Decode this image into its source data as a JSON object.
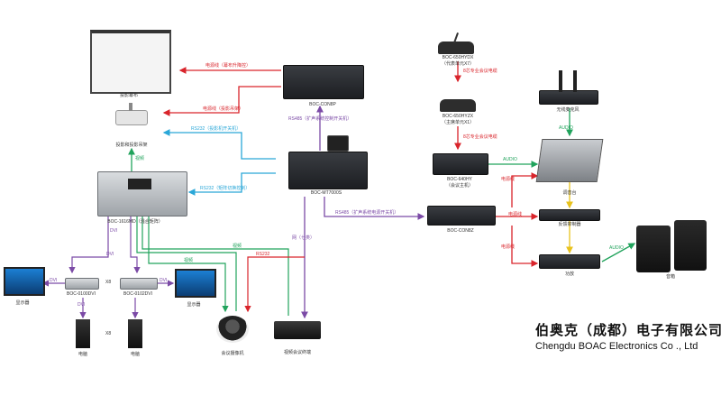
{
  "company": {
    "name_cn": "伯奥克（成都）电子有限公司",
    "name_en": "Chengdu BOAC Electronics Co ., Ltd"
  },
  "devices": {
    "projector_screen": "投影幕布",
    "projector": "投影和投影吊架",
    "matrix": "BOC-1616MD（混合矩阵）",
    "boc_con8p": "BOC-CON8P",
    "boc_mt7000s": "BOC-MT7000S",
    "boc_con8z": "BOC-CON8Z",
    "mic_chair": "BOC-650HYDX",
    "mic_chair_sub": "（代表单元X7）",
    "mic_dele": "BOC-650HYZX",
    "mic_dele_sub": "（主席单元X1）",
    "mic_host": "BOC-640HY",
    "mic_host_sub": "（会议主机）",
    "wireless_mic": "无线麦克风",
    "mixer": "调音台",
    "feedback": "反馈抑制器",
    "amplifier": "功放",
    "speakers": "音箱",
    "tx": "BOC-0100DVI",
    "rx": "BOC-0102DVI",
    "display_left": "显示器",
    "display_right": "显示器",
    "pc_left": "电脑",
    "pc_right": "电脑",
    "camera": "会议摄像机",
    "recorder": "视频会议终端"
  },
  "cables": {
    "power_screen": "电源线（幕布升降控）",
    "power_proj": "电源线（投影吊架）",
    "rs232_proj": "RS232（投影机开关机）",
    "rs232_matrix": "RS232（矩阵切换控制）",
    "rs485_con8p": "RS485（扩声系统控制开关机）",
    "rs485_con8z": "RS485（扩声系统电源开关机）",
    "tie_line_a": "8芯专业会议电缆",
    "tie_line_b": "8芯专业会议电缆",
    "video": "视频",
    "audio_a": "AUDIO",
    "audio_b": "AUDIO",
    "audio_c": "AUDIO",
    "power_a": "电源线",
    "power_b": "电源线",
    "power_c": "电源线",
    "dvi_a": "DVI",
    "dvi_b": "DVI",
    "dvi_c": "DVI",
    "dvi_d": "DVI",
    "dvi_e": "DVI",
    "vga_a": "视频",
    "vga_b": "视频",
    "rs232_cam": "RS232",
    "net": "网（七类）",
    "x8_a": "X8",
    "x8_b": "X8"
  },
  "colors": {
    "red": "#d9242b",
    "blue": "#2aa7d8",
    "green": "#21a35c",
    "purple": "#7b4aa6",
    "yellow": "#e8c21c"
  }
}
